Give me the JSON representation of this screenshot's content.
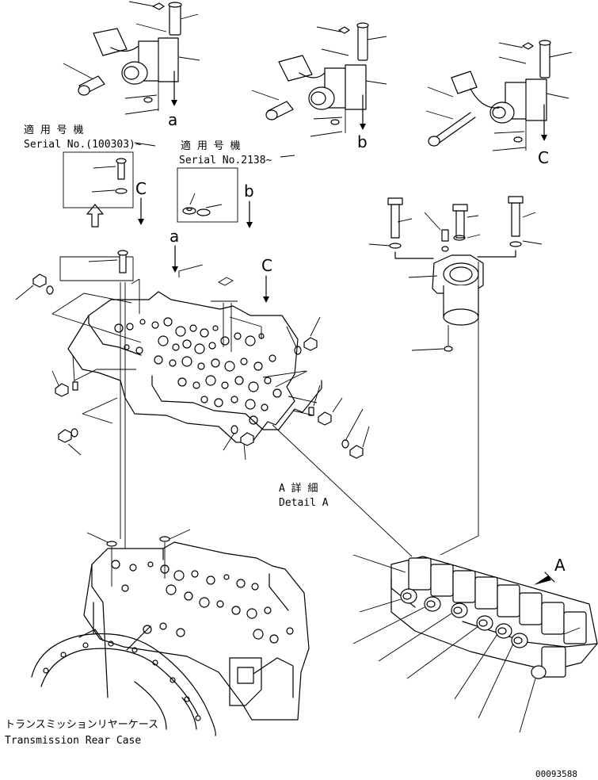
{
  "labels": {
    "ref_a": "a",
    "ref_b": "b",
    "ref_c": "C",
    "ref_big_a": "A",
    "serial1_jp": "適 用 号 機",
    "serial1_en": "Serial No.(100303)~",
    "serial2_jp": "適 用 号 機",
    "serial2_en": "Serial No.2138~",
    "detail_jp": "A 詳 細",
    "detail_en": "Detail A",
    "rear_case_jp": "トランスミッションリヤーケース",
    "rear_case_en": "Transmission Rear Case",
    "drawing_no": "00093588"
  }
}
